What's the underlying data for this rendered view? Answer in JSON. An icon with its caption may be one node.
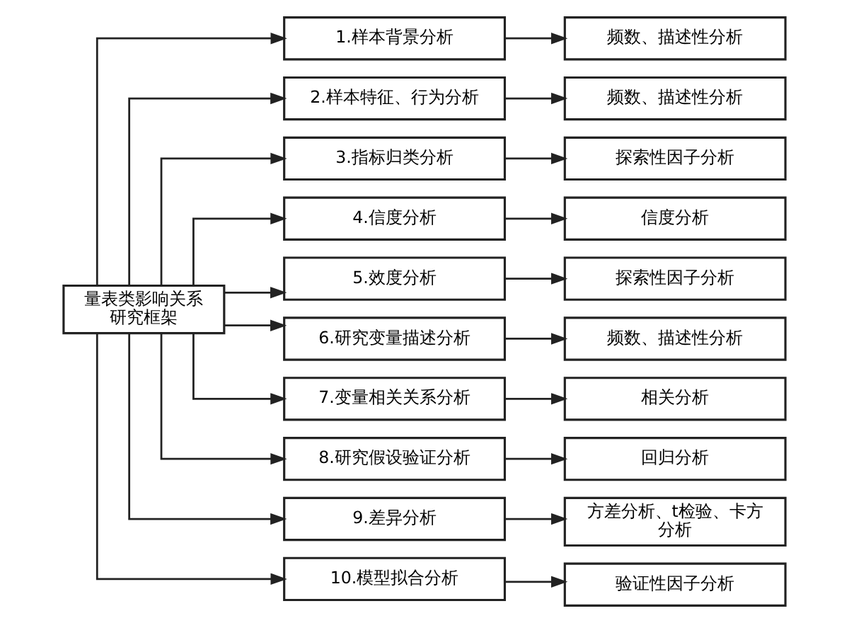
{
  "diagram": {
    "nodes": [
      {
        "text": [
          "量表类影响关系研究框架"
        ]
      },
      {
        "text": [
          "1.样本背景分析"
        ]
      },
      {
        "text": [
          "2.样本特征、行为分析"
        ]
      },
      {
        "text": [
          "3.指标归类分析"
        ]
      },
      {
        "text": [
          "4.信度分析"
        ]
      },
      {
        "text": [
          "5.效度分析"
        ]
      },
      {
        "text": [
          "6.研究变量描述分析"
        ]
      },
      {
        "text": [
          "7.变量相关关系分析"
        ]
      },
      {
        "text": [
          "8.研究假设验证分析"
        ]
      },
      {
        "text": [
          "9.差异分析"
        ]
      },
      {
        "text": [
          "10.模型拟合分析"
        ]
      },
      {
        "text": [
          "频数、描述性分析"
        ]
      },
      {
        "text": [
          "频数、描述性分析"
        ]
      },
      {
        "text": [
          "探索性因子分析"
        ]
      },
      {
        "text": [
          "信度分析"
        ]
      },
      {
        "text": [
          "探索性因子分析"
        ]
      },
      {
        "text": [
          "频数、描述性分析"
        ]
      },
      {
        "text": [
          "相关分析"
        ]
      },
      {
        "text": [
          "回归分析"
        ]
      },
      {
        "text": [
          "方差分析、t检验、卡方分析"
        ]
      },
      {
        "text": [
          "验证性因子分析"
        ]
      }
    ],
    "edges": [
      {
        "from": 0,
        "to": 1,
        "arrow": "to"
      },
      {
        "from": 0,
        "to": 2,
        "arrow": "to"
      },
      {
        "from": 0,
        "to": 3,
        "arrow": "to"
      },
      {
        "from": 0,
        "to": 4,
        "arrow": "to"
      },
      {
        "from": 0,
        "to": 5,
        "arrow": "to"
      },
      {
        "from": 0,
        "to": 6,
        "arrow": "to"
      },
      {
        "from": 0,
        "to": 7,
        "arrow": "to"
      },
      {
        "from": 0,
        "to": 8,
        "arrow": "to"
      },
      {
        "from": 0,
        "to": 9,
        "arrow": "to"
      },
      {
        "from": 0,
        "to": 10,
        "arrow": "to"
      },
      {
        "from": 1,
        "to": 11,
        "arrow": "to"
      },
      {
        "from": 2,
        "to": 12,
        "arrow": "to"
      },
      {
        "from": 3,
        "to": 13,
        "arrow": "to"
      },
      {
        "from": 4,
        "to": 14,
        "arrow": "to"
      },
      {
        "from": 5,
        "to": 15,
        "arrow": "to"
      },
      {
        "from": 6,
        "to": 16,
        "arrow": "to"
      },
      {
        "from": 7,
        "to": 17,
        "arrow": "to"
      },
      {
        "from": 8,
        "to": 18,
        "arrow": "to"
      },
      {
        "from": 9,
        "to": 19,
        "arrow": "to"
      },
      {
        "from": 10,
        "to": 20,
        "arrow": "to"
      }
    ]
  }
}
